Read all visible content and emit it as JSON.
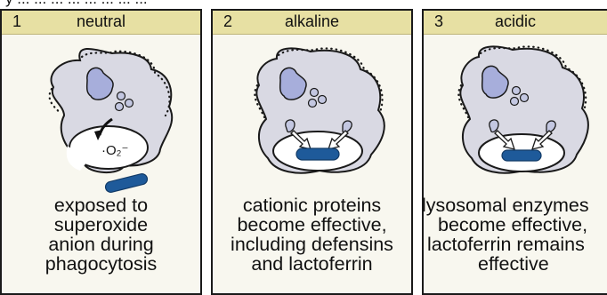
{
  "caption_fragment": "y ... ... ... ... ... ... ... ...",
  "colors": {
    "panel_bg": "#f8f7ef",
    "header_bg": "#e7e0a3",
    "cell_fill": "#d9d9e3",
    "nucleus": "#a7aedb",
    "granule": "#c3c7e1",
    "bacterium": "#1e5a9a",
    "outline": "#1a1a1a"
  },
  "panels": [
    {
      "number": "1",
      "title": "neutral",
      "label": "·O₂⁻",
      "lines": [
        "exposed to",
        "superoxide",
        "anion during",
        "phagocytosis"
      ]
    },
    {
      "number": "2",
      "title": "alkaline",
      "lines": [
        "cationic proteins",
        "become effective,",
        "including defensins",
        "and lactoferrin"
      ]
    },
    {
      "number": "3",
      "title": "acidic",
      "lines": [
        "lysosomal enzymes",
        "become effective,",
        "lactoferrin remains",
        "effective"
      ]
    }
  ]
}
